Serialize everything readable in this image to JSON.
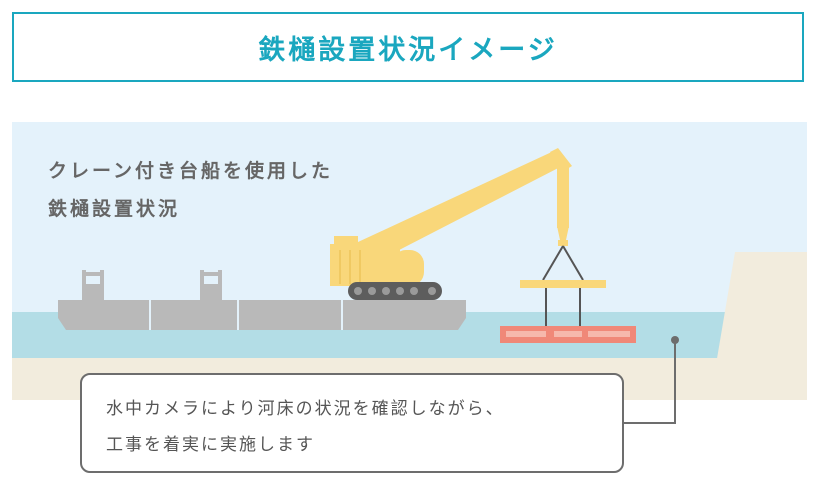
{
  "title": "鉄樋設置状況イメージ",
  "caption": {
    "line1": "クレーン付き台船を使用した",
    "line2": "鉄樋設置状況"
  },
  "note": {
    "line1": "水中カメラにより河床の状況を確認しながら、",
    "line2": "工事を着実に実施します"
  },
  "colors": {
    "accent": "#1aa7bf",
    "sky": "#e4f2fb",
    "water": "#b3dde6",
    "ground": "#f2ecdd",
    "barge": "#b9b9b9",
    "crane": "#f9d77a",
    "gutter": "#f08878"
  }
}
